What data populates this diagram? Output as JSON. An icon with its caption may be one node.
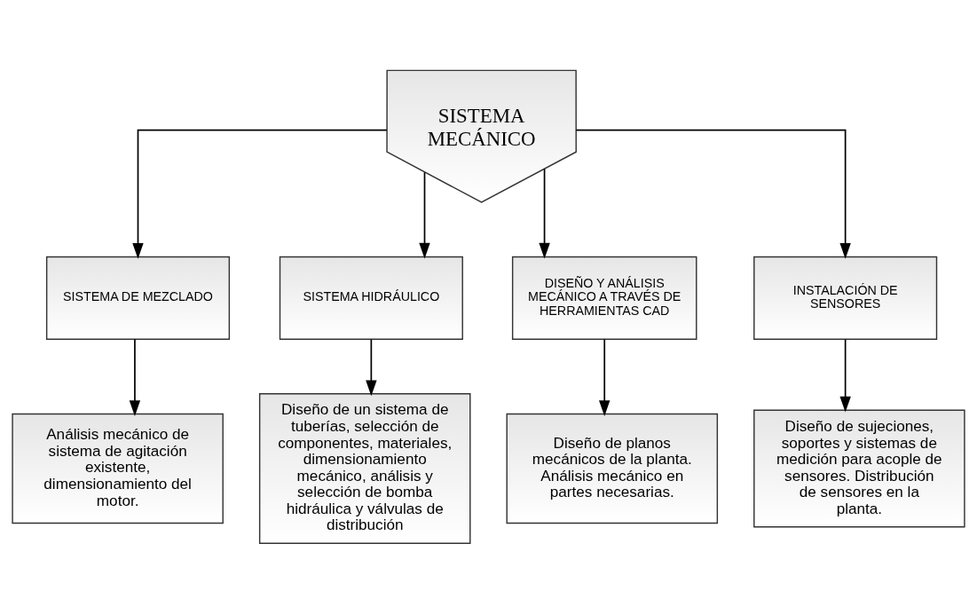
{
  "diagram": {
    "nodes": [
      {
        "text": [
          "SISTEMA MECÁNICO"
        ]
      },
      {
        "text": [
          "SISTEMA DE MEZCLADO"
        ]
      },
      {
        "text": [
          "SISTEMA HIDRÁULICO"
        ]
      },
      {
        "text": [
          "DISEÑO Y ANÁLISIS MECÁNICO A TRAVÉS DE HERRAMIENTAS CAD"
        ]
      },
      {
        "text": [
          "INSTALACIÓN DE SENSORES"
        ]
      },
      {
        "text": [
          "Análisis mecánico de sistema de agitación existente, dimensionamiento del motor."
        ]
      },
      {
        "text": [
          "Diseño de un sistema de tuberías, selección de componentes, materiales, dimensionamiento mecánico, análisis y selección de bomba hidráulica y válvulas de distribución"
        ]
      },
      {
        "text": [
          "Diseño de planos mecánicos de la planta. Análisis mecánico en partes necesarias."
        ]
      },
      {
        "text": [
          "Diseño de sujeciones, soportes y sistemas de medición para acople de sensores. Distribución de sensores en la planta."
        ]
      }
    ],
    "edges": [
      {
        "from": 0,
        "to": 1,
        "arrow": "to"
      },
      {
        "from": 0,
        "to": 2,
        "arrow": "to"
      },
      {
        "from": 0,
        "to": 3,
        "arrow": "to"
      },
      {
        "from": 0,
        "to": 4,
        "arrow": "to"
      },
      {
        "from": 1,
        "to": 5,
        "arrow": "to"
      },
      {
        "from": 2,
        "to": 6,
        "arrow": "to"
      },
      {
        "from": 3,
        "to": 7,
        "arrow": "to"
      },
      {
        "from": 4,
        "to": 8,
        "arrow": "to"
      }
    ]
  }
}
